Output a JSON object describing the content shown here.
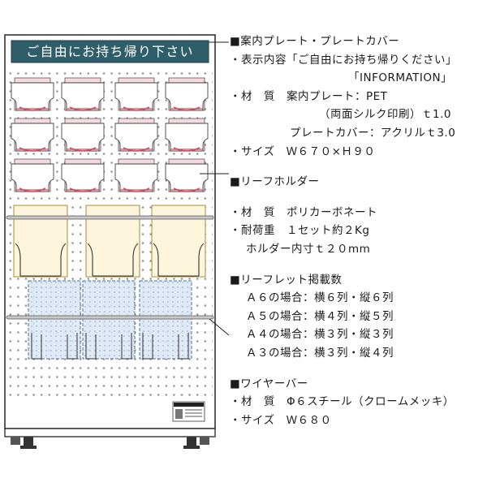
{
  "sign_text": "ご自由にお持ち帰り下さい",
  "sections": [
    {
      "heading": "■案内プレート・プレートカバー",
      "lines": [
        "・表示内容「ご自由にお持ち帰りください」",
        "「INFORMATION」",
        "・材　質　案内プレート：PET",
        "（両面シルク印刷）ｔ1.0",
        "プレートカバー：アクリルｔ3.0",
        "・サイズ　Ｗ６７０×Ｈ９０"
      ]
    },
    {
      "heading": "■リーフホルダー",
      "lines": [
        "・材　質　ポリカーボネート",
        "・耐荷重　１セット約２Kg",
        "ホルダー内寸ｔ２０mm"
      ]
    },
    {
      "heading": "■リーフレット掲載数",
      "lines": [
        "Ａ６の場合：横６列・縦６列",
        "Ａ５の場合：横４列・縦５列",
        "Ａ４の場合：横３列・縦３列",
        "Ａ３の場合：横３列・縦４列"
      ]
    },
    {
      "heading": "■ワイヤーバー",
      "lines": [
        "・材　質　Φ６スチール（クロームメッキ）",
        "・サイズ　Ｗ６８０"
      ]
    }
  ],
  "colors": {
    "sign_bg": "#2f5e6b",
    "a5_fill": "#fdf6dc",
    "a4_fill": "#dbe6f5",
    "a6_pink": "#f6d8df",
    "a6_red": "#d14a5e",
    "board": "#ffffff",
    "hole": "#9a9a9a"
  }
}
